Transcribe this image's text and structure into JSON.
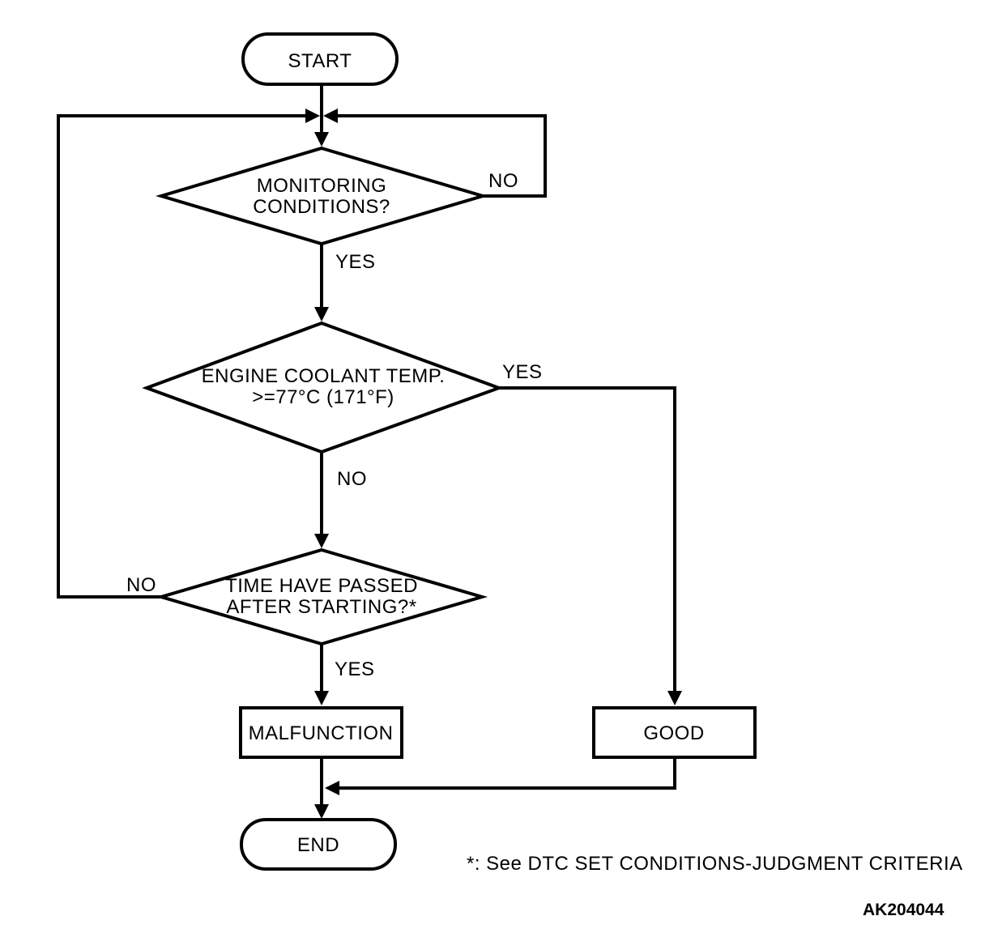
{
  "colors": {
    "background": "#ffffff",
    "line": "#000000",
    "text": "#000000"
  },
  "nodes": {
    "start": {
      "label": "START"
    },
    "monitoring": {
      "line1": "MONITORING",
      "line2": "CONDITIONS?"
    },
    "coolant": {
      "line1": "ENGINE COOLANT TEMP.",
      "line2": ">=77°C (171°F)"
    },
    "time": {
      "line1": "TIME HAVE PASSED",
      "line2": "AFTER STARTING?*"
    },
    "malfunction": {
      "label": "MALFUNCTION"
    },
    "good": {
      "label": "GOOD"
    },
    "end": {
      "label": "END"
    }
  },
  "edge_labels": {
    "monitoring_no": "NO",
    "monitoring_yes": "YES",
    "coolant_yes": "YES",
    "coolant_no": "NO",
    "time_no": "NO",
    "time_yes": "YES"
  },
  "footnote": "*: See DTC SET CONDITIONS-JUDGMENT CRITERIA",
  "figure_code": "AK204044"
}
